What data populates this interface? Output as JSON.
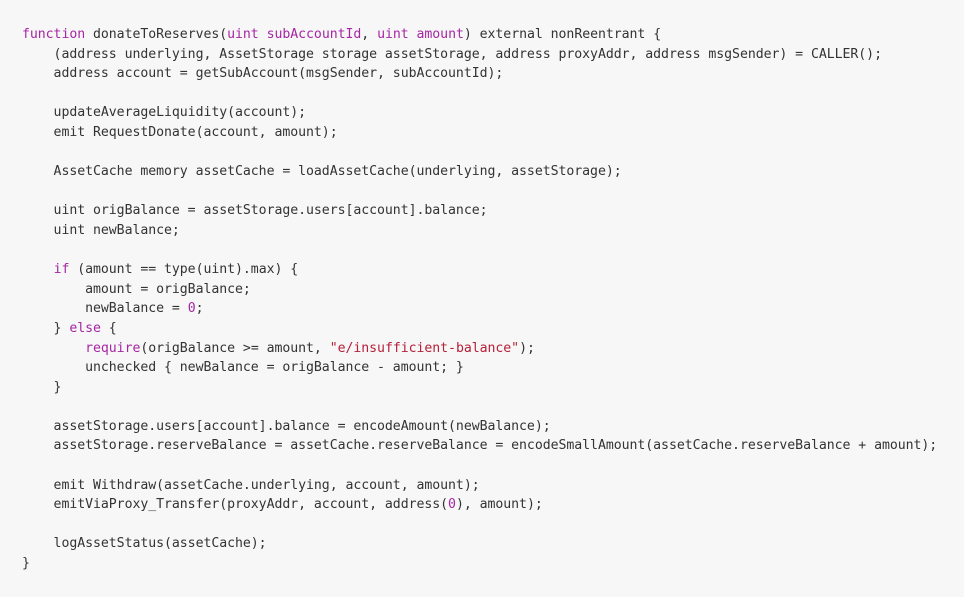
{
  "colors": {
    "background": "#f7f7f7",
    "text": "#333333",
    "keyword": "#a626a4",
    "number": "#a626a4",
    "string": "#b5203a"
  },
  "code": {
    "lines": [
      [
        {
          "t": "kw",
          "v": "function"
        },
        {
          "t": "plain",
          "v": " donateToReserves("
        },
        {
          "t": "kw",
          "v": "uint"
        },
        {
          "t": "plain",
          "v": " "
        },
        {
          "t": "kw",
          "v": "subAccountId"
        },
        {
          "t": "plain",
          "v": ", "
        },
        {
          "t": "kw",
          "v": "uint"
        },
        {
          "t": "plain",
          "v": " "
        },
        {
          "t": "kw",
          "v": "amount"
        },
        {
          "t": "plain",
          "v": ") external nonReentrant {"
        }
      ],
      [
        {
          "t": "plain",
          "v": "    (address underlying, AssetStorage storage assetStorage, address proxyAddr, address msgSender) = CALLER();"
        }
      ],
      [
        {
          "t": "plain",
          "v": "    address account = getSubAccount(msgSender, subAccountId);"
        }
      ],
      [],
      [
        {
          "t": "plain",
          "v": "    updateAverageLiquidity(account);"
        }
      ],
      [
        {
          "t": "plain",
          "v": "    emit RequestDonate(account, amount);"
        }
      ],
      [],
      [
        {
          "t": "plain",
          "v": "    AssetCache memory assetCache = loadAssetCache(underlying, assetStorage);"
        }
      ],
      [],
      [
        {
          "t": "plain",
          "v": "    uint origBalance = assetStorage.users[account].balance;"
        }
      ],
      [
        {
          "t": "plain",
          "v": "    uint newBalance;"
        }
      ],
      [],
      [
        {
          "t": "plain",
          "v": "    "
        },
        {
          "t": "kw",
          "v": "if"
        },
        {
          "t": "plain",
          "v": " (amount == type(uint).max) {"
        }
      ],
      [
        {
          "t": "plain",
          "v": "        amount = origBalance;"
        }
      ],
      [
        {
          "t": "plain",
          "v": "        newBalance = "
        },
        {
          "t": "num",
          "v": "0"
        },
        {
          "t": "plain",
          "v": ";"
        }
      ],
      [
        {
          "t": "plain",
          "v": "    } "
        },
        {
          "t": "kw",
          "v": "else"
        },
        {
          "t": "plain",
          "v": " {"
        }
      ],
      [
        {
          "t": "plain",
          "v": "        "
        },
        {
          "t": "kw",
          "v": "require"
        },
        {
          "t": "plain",
          "v": "(origBalance >= amount, "
        },
        {
          "t": "str",
          "v": "\"e/insufficient-balance\""
        },
        {
          "t": "plain",
          "v": ");"
        }
      ],
      [
        {
          "t": "plain",
          "v": "        unchecked { newBalance = origBalance - amount; }"
        }
      ],
      [
        {
          "t": "plain",
          "v": "    }"
        }
      ],
      [],
      [
        {
          "t": "plain",
          "v": "    assetStorage.users[account].balance = encodeAmount(newBalance);"
        }
      ],
      [
        {
          "t": "plain",
          "v": "    assetStorage.reserveBalance = assetCache.reserveBalance = encodeSmallAmount(assetCache.reserveBalance + amount);"
        }
      ],
      [],
      [
        {
          "t": "plain",
          "v": "    emit Withdraw(assetCache.underlying, account, amount);"
        }
      ],
      [
        {
          "t": "plain",
          "v": "    emitViaProxy_Transfer(proxyAddr, account, address("
        },
        {
          "t": "num",
          "v": "0"
        },
        {
          "t": "plain",
          "v": "), amount);"
        }
      ],
      [],
      [
        {
          "t": "plain",
          "v": "    logAssetStatus(assetCache);"
        }
      ],
      [
        {
          "t": "plain",
          "v": "}"
        }
      ]
    ]
  }
}
